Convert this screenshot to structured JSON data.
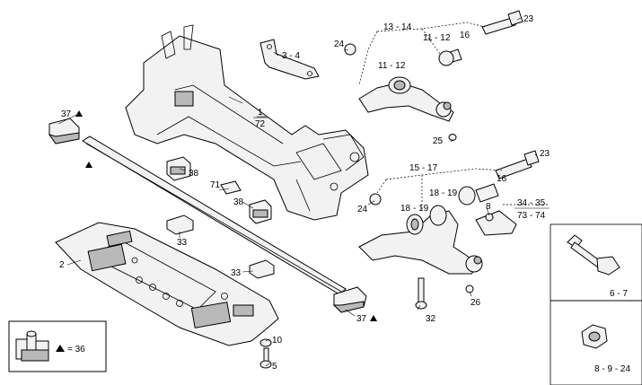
{
  "labels": {
    "l1": "1",
    "l72": "72",
    "l2": "2",
    "l3_4": "3 - 4",
    "l5": "5",
    "l6_7": "6 - 7",
    "l8": "8",
    "l8_9_24": "8 - 9 - 24",
    "l10": "10",
    "l11_12_a": "11 - 12",
    "l11_12_b": "11 - 12",
    "l13_14": "13 - 14",
    "l15_17": "15 - 17",
    "l16_a": "16",
    "l16_b": "16",
    "l18_19_a": "18 - 19",
    "l18_19_b": "18 - 19",
    "l23_a": "23",
    "l23_b": "23",
    "l24_a": "24",
    "l24_b": "24",
    "l25": "25",
    "l26": "26",
    "l32": "32",
    "l33_a": "33",
    "l33_b": "33",
    "l34_35": "34 - 35",
    "l73_74": "73 - 74",
    "l37_a": "37",
    "l37_b": "37",
    "l38_a": "38",
    "l38_b": "38",
    "l71": "71",
    "legend": "= 36"
  },
  "colors": {
    "line": "#000000",
    "fill": "#f2f2f2",
    "shade": "#b9b9b9"
  }
}
